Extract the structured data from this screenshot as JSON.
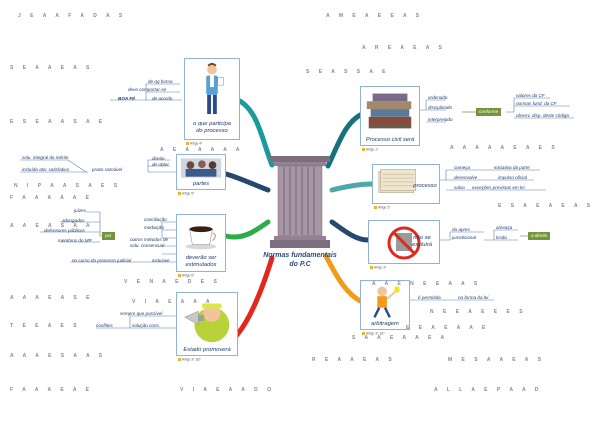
{
  "center": {
    "title_line1": "Normas fundamentais",
    "title_line2": "do P.C"
  },
  "nodes": {
    "participa": {
      "caption_line1": "o que participa",
      "caption_line2": "do processo",
      "tag": "Artigo 4º"
    },
    "parte": {
      "caption": "partes",
      "tag": "Artigo 5º"
    },
    "deveres": {
      "caption_line1": "deverão ser",
      "caption_line2": "estimulados",
      "tag": "Artigo 6º"
    },
    "estado": {
      "caption": "Estado promoverá",
      "tag": "Artigo 3º, §2º"
    },
    "civil": {
      "caption": "Processo civil será",
      "tag": "Artigo 1º"
    },
    "processo": {
      "caption": "processo",
      "tag": "Artigo 2º"
    },
    "exclui": {
      "caption_line1": "não se",
      "caption_line2": "excluirá",
      "tag": "Artigo 3º"
    },
    "arbitragem": {
      "caption": "arbitragem",
      "tag": "Artigo 3º, §1º"
    }
  },
  "left_labels": {
    "participa": [
      "de qq forma",
      "deve comportar-se",
      "BOA FÉ",
      "de acordo"
    ],
    "parte": [
      "direito",
      "de obter",
      "prazo razoável",
      "solu. integral do mérito",
      "incluída ativ. satisfativa"
    ],
    "deveres": [
      "juízes",
      "advogados",
      "defensores públicos",
      "membros do MP",
      "conciliação",
      "mediação",
      "outros métodos de",
      "solu. consensual",
      "inclusive",
      "no curso do processo judicial"
    ],
    "deveres_box": "por",
    "estado": [
      "sempre que possível",
      "conflitos",
      "solução cons."
    ]
  },
  "right_labels": {
    "civil": [
      "ordenado",
      "disciplinado",
      "interpretado",
      "valores da CF",
      "normas fund. da CF",
      "observ. disp. deste código"
    ],
    "civil_box": "conforme",
    "processo": [
      "começa",
      "iniciativa da parte",
      "desenvolve",
      "impulso oficial",
      "salvo",
      "exceções previstas em lei"
    ],
    "exclui": [
      "da aprec.",
      "jurisdicional",
      "ameaça",
      "lesão"
    ],
    "exclui_box": "a direito",
    "arbitragem": [
      "é permitida",
      "na forma da lei"
    ]
  },
  "faint": {
    "top_left": "J E A A F A D A S",
    "top_right": "A M E A E E A S",
    "r1": "A R E A E A S",
    "r2": "S E A S S A E",
    "r3": "A A A A A E A E S",
    "r4": "A A E N E E A A S",
    "r5": "N E E A E E E S",
    "r6": "E E A E A A E",
    "r7": "S A A E A A E A",
    "r8": "R E A A E A S",
    "r9": "M E S A A E A S",
    "r10": "E S A E A E A S",
    "l1": "S E A A E A S",
    "l2": "E S E A A S A E",
    "l3": "N I P A A S A E S",
    "l4": "F A A A A A E",
    "l5": "A A E A S A A",
    "l6": "V E N A E D E S",
    "l7": "A A A E A S E",
    "l8": "T E E A E S",
    "l9": "A A A E S A A S",
    "l10": "A E A A A A A",
    "l11": "V I A E A A A",
    "bottom_left": "F A A A E A E",
    "bottom_center": "V I A E A A D O",
    "bottom_right": "A L L A E P A A D"
  },
  "colors": {
    "branch_teal": "#1a9a9a",
    "branch_navy": "#23496f",
    "branch_green": "#2cad4a",
    "branch_red": "#e0281c",
    "branch_orange": "#f39a1b",
    "branch_teal_dark": "#17717a",
    "branch_teal_light": "#4ea7a8",
    "box_green": "#73963a",
    "box_olive": "#9aa75a",
    "node_border": "#8fb3d9"
  }
}
